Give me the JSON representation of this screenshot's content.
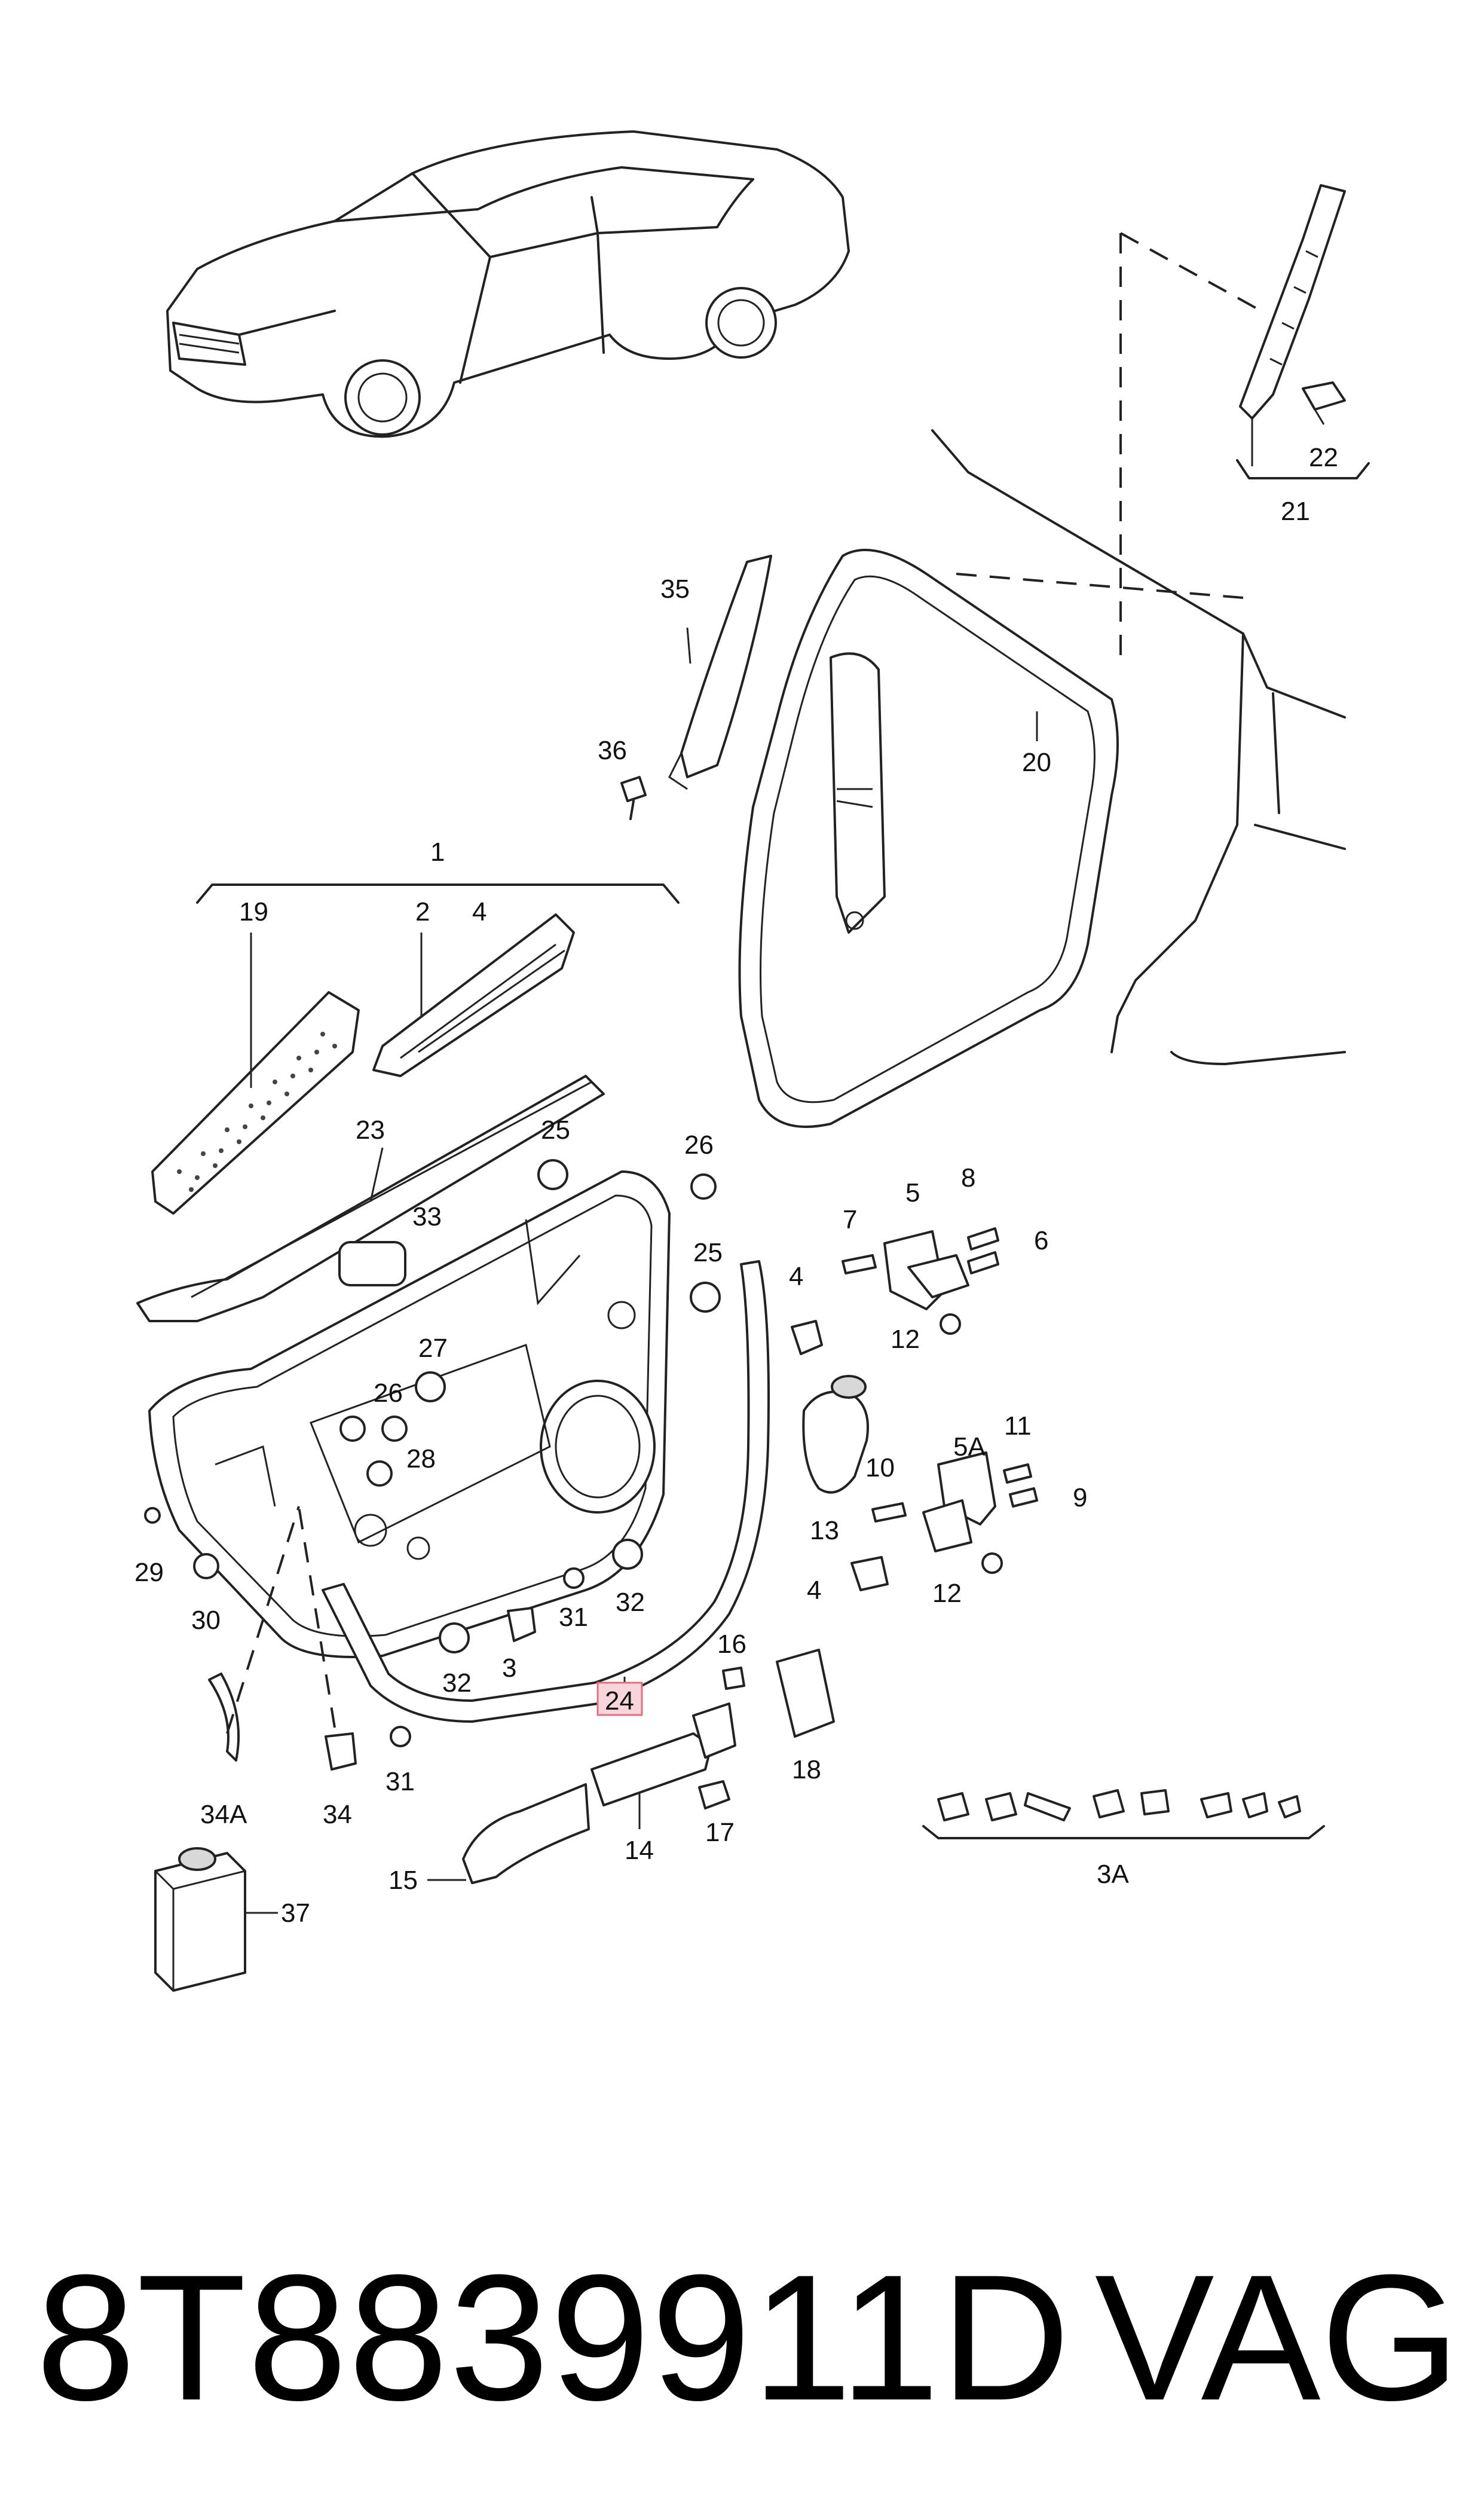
{
  "diagram": {
    "callouts": {
      "c1": "1",
      "c2": "2",
      "c3": "3",
      "c3a": "3A",
      "c4a": "4",
      "c4b": "4",
      "c4c": "4",
      "c5": "5",
      "c5a": "5A",
      "c6": "6",
      "c7": "7",
      "c8": "8",
      "c9": "9",
      "c10": "10",
      "c11": "11",
      "c12a": "12",
      "c12b": "12",
      "c13": "13",
      "c14": "14",
      "c15": "15",
      "c16": "16",
      "c17": "17",
      "c18": "18",
      "c19": "19",
      "c20": "20",
      "c21": "21",
      "c22": "22",
      "c23": "23",
      "c24": "24",
      "c25a": "25",
      "c25b": "25",
      "c26a": "26",
      "c26b": "26",
      "c27": "27",
      "c28": "28",
      "c29": "29",
      "c30": "30",
      "c31a": "31",
      "c31b": "31",
      "c32a": "32",
      "c32b": "32",
      "c33": "33",
      "c34": "34",
      "c34a": "34A",
      "c35": "35",
      "c36": "36",
      "c37": "37"
    },
    "highlighted_callout": "24",
    "highlight_color": "#f7d5da"
  },
  "footer": {
    "part_number": "8T8839911D",
    "brand": "VAG"
  }
}
